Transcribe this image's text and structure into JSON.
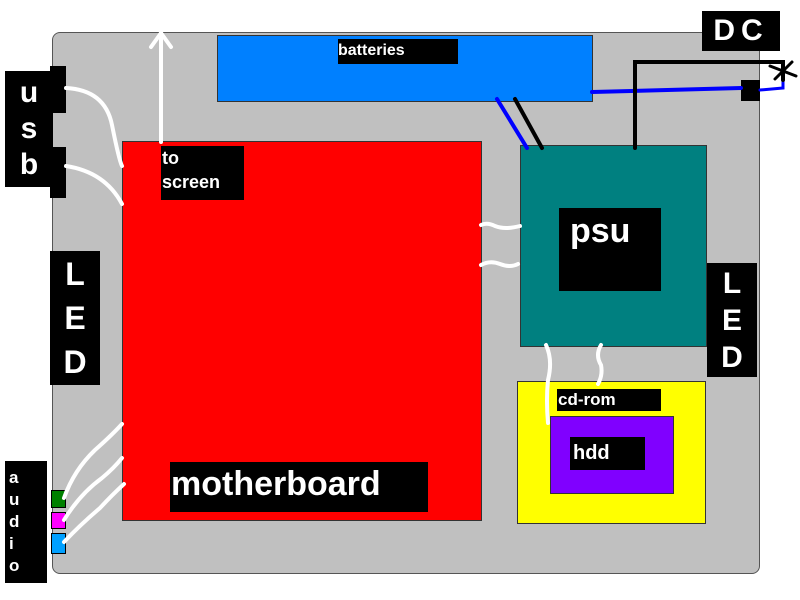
{
  "labels": {
    "batteries": "batteries",
    "to_screen_line1": "to",
    "to_screen_line2": "screen",
    "motherboard": "motherboard",
    "psu": "psu",
    "cd_rom": "cd-rom",
    "hdd": "hdd",
    "usb": [
      "u",
      "s",
      "b"
    ],
    "led_left": [
      "L",
      "E",
      "D"
    ],
    "led_right": [
      "L",
      "E",
      "D"
    ],
    "audio": [
      "a",
      "u",
      "d",
      "i",
      "o"
    ],
    "dc": "DC"
  },
  "colors": {
    "case": "#c0c0c0",
    "batteries": "#0080ff",
    "motherboard": "#ff0000",
    "psu": "#008080",
    "cd_rom": "#ffff00",
    "hdd": "#8000ff",
    "audio_jack_1": "#008000",
    "audio_jack_2": "#ff00ff",
    "audio_jack_3": "#00a0ff",
    "wire": "#ffffff",
    "wire_blue": "#0000ff",
    "wire_black": "#000000"
  }
}
